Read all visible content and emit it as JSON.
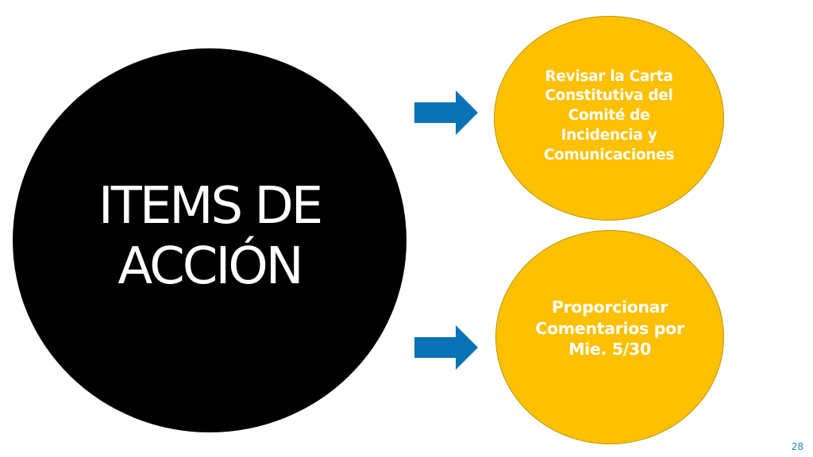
{
  "slide": {
    "title_lines": [
      "ITEMS DE",
      "ACCIÓN"
    ],
    "items": [
      {
        "text_lines": [
          "Revisar la Carta",
          "Constitutiva del",
          "Comité de",
          "Incidencia y",
          "Comunicaciones"
        ]
      },
      {
        "text_lines": [
          "Proporcionar",
          "Comentarios por",
          "Mie. 5/30"
        ]
      }
    ],
    "page_number": "28"
  },
  "colors": {
    "main_circle": "#000000",
    "item_circle": "#ffc000",
    "arrow": "#0b72b5",
    "text_on_dark": "#ffffff",
    "page_number": "#1f8ac9"
  },
  "icons": {
    "arrow": "arrow-right-icon"
  }
}
